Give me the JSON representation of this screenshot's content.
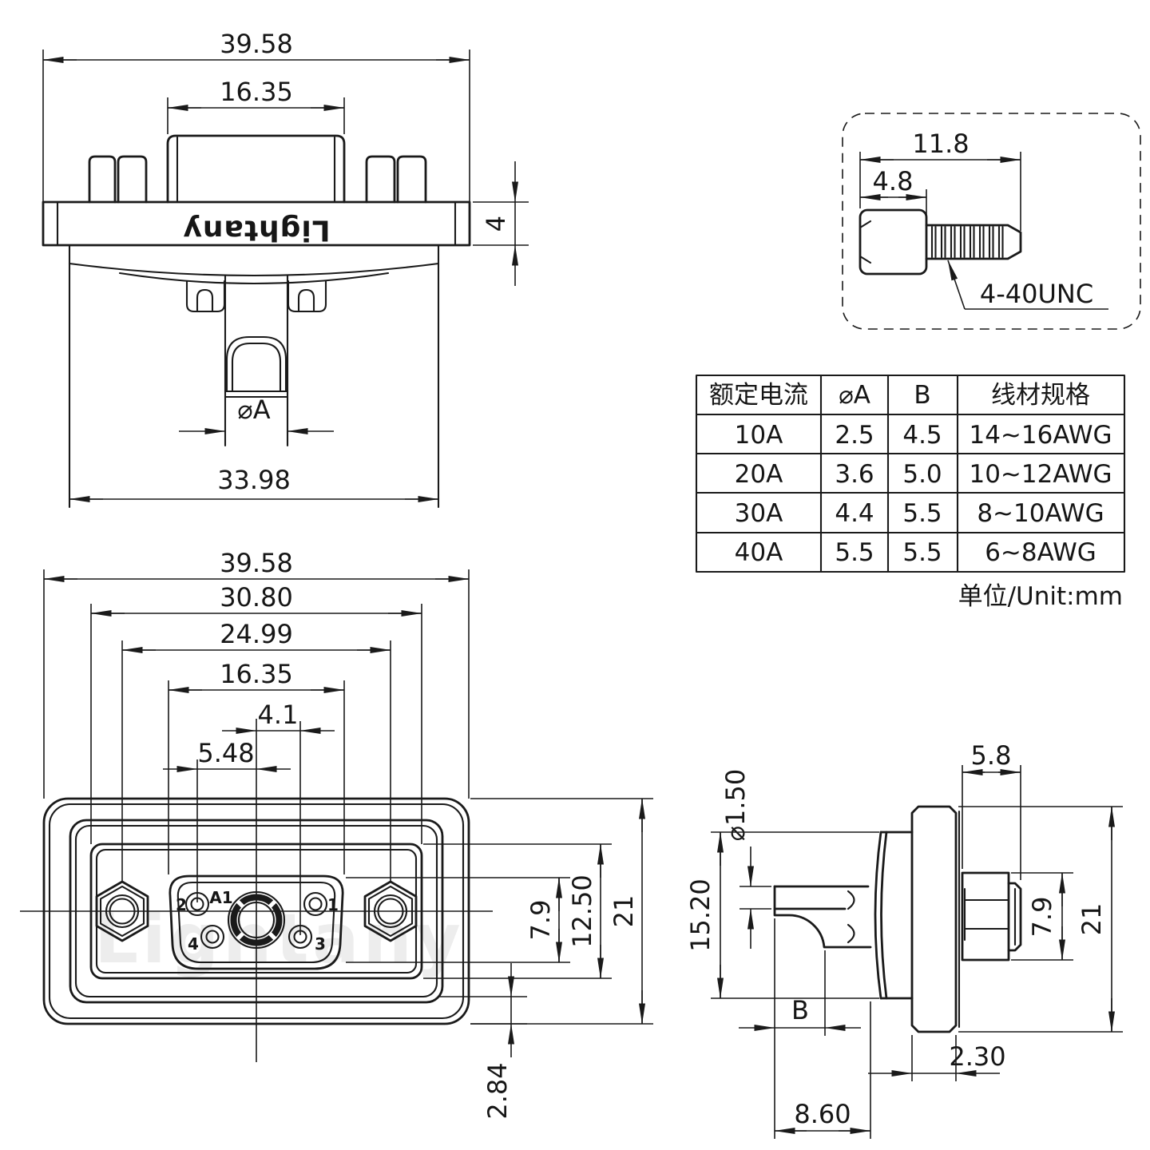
{
  "brand": {
    "logo": "Lightany",
    "watermark": "Lightany"
  },
  "unit_note": "单位/Unit:mm",
  "top_view": {
    "dims": {
      "overall_width": "39.58",
      "insert_width": "16.35",
      "flange_thickness": "4",
      "wire_hole": "⌀A",
      "body_width": "33.98"
    }
  },
  "screw_detail": {
    "dims": {
      "total_length": "11.8",
      "head_length": "4.8"
    },
    "thread_label": "4-40UNC"
  },
  "spec_table": {
    "headers": [
      "额定电流",
      "⌀A",
      "B",
      "线材规格"
    ],
    "rows": [
      [
        "10A",
        "2.5",
        "4.5",
        "14~16AWG"
      ],
      [
        "20A",
        "3.6",
        "5.0",
        "10~12AWG"
      ],
      [
        "30A",
        "4.4",
        "5.5",
        "8~10AWG"
      ],
      [
        "40A",
        "5.5",
        "5.5",
        "6~8AWG"
      ]
    ]
  },
  "front_view": {
    "dims": {
      "overall_width": "39.58",
      "flange_width": "30.80",
      "screw_spacing": "24.99",
      "insert_width": "16.35",
      "pin_offset_inner": "4.1",
      "pin_offset_outer": "5.48",
      "insert_height": "7.9",
      "flange_height": "12.50",
      "overall_height": "21",
      "edge_offset": "2.84"
    },
    "pins": {
      "p1": "1",
      "p2": "2",
      "p3": "3",
      "p4": "4",
      "power": "A1"
    }
  },
  "side_view": {
    "dims": {
      "pin_diameter": "⌀1.50",
      "shell_height": "15.20",
      "rear_depth": "5.8",
      "screw_height": "7.9",
      "overall_height": "21",
      "barrel_depth": "B",
      "flange_thickness": "2.30",
      "front_depth": "8.60"
    }
  }
}
